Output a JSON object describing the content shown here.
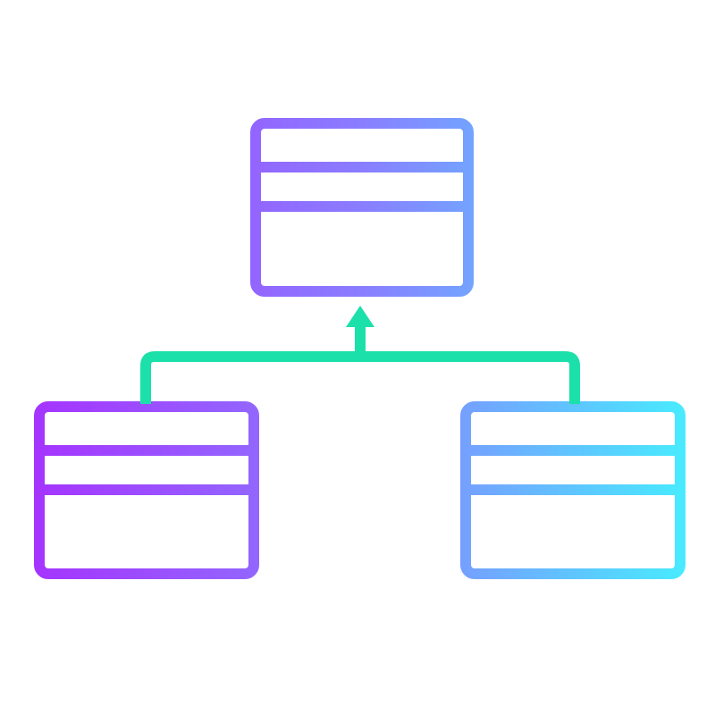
{
  "diagram": {
    "type": "class-inheritance-icon",
    "colors": {
      "gradient_start": "#a534ff",
      "gradient_mid": "#8a7dff",
      "gradient_end": "#48ebff",
      "connector": "#1ce0a9",
      "background": "#ffffff"
    },
    "nodes": [
      {
        "id": "parent",
        "role": "parent-class",
        "compartments": 3
      },
      {
        "id": "child-left",
        "role": "child-class",
        "compartments": 3
      },
      {
        "id": "child-right",
        "role": "child-class",
        "compartments": 3
      }
    ],
    "edges": [
      {
        "from": "child-left",
        "to": "parent",
        "arrow": "inheritance"
      },
      {
        "from": "child-right",
        "to": "parent",
        "arrow": "inheritance"
      }
    ]
  }
}
